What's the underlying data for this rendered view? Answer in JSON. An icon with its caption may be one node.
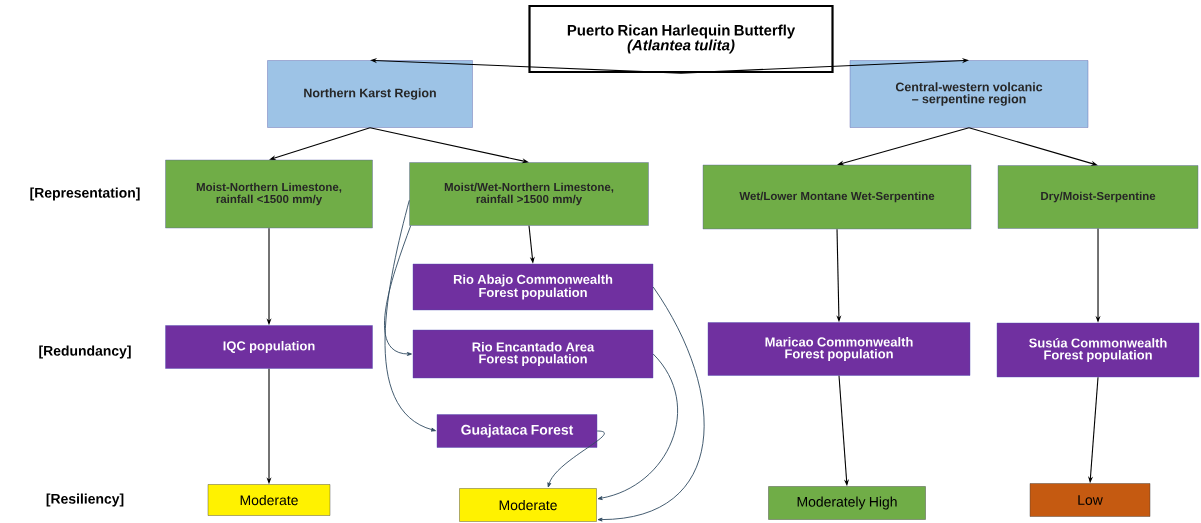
{
  "diagram": {
    "nodes": [
      {
        "text": [
          "Puerto Rican Harlequin Butterfly",
          "(Atlantea tulita)"
        ]
      },
      {
        "text": [
          "Northern Karst Region"
        ]
      },
      {
        "text": [
          "Central-western volcanic – serpentine region"
        ]
      },
      {
        "text": [
          "Moist-Northern Limestone, rainfall <1500 mm/y"
        ]
      },
      {
        "text": [
          "Moist/Wet-Northern Limestone, rainfall >1500 mm/y"
        ]
      },
      {
        "text": [
          "Wet/Lower Montane Wet-Serpentine"
        ]
      },
      {
        "text": [
          "Dry/Moist-Serpentine"
        ]
      },
      {
        "text": [
          "IQC population"
        ]
      },
      {
        "text": [
          "Rio Abajo Commonwealth Forest population"
        ]
      },
      {
        "text": [
          "Rio Encantado Area Forest population"
        ]
      },
      {
        "text": [
          "Guajataca Forest"
        ]
      },
      {
        "text": [
          "Maricao Commonwealth Forest population"
        ]
      },
      {
        "text": [
          "Susúa Commonwealth Forest population"
        ]
      },
      {
        "text": [
          "Moderate"
        ]
      },
      {
        "text": [
          "Moderate"
        ]
      },
      {
        "text": [
          "Moderately High"
        ]
      },
      {
        "text": [
          "Low"
        ]
      }
    ],
    "edges": [
      {
        "from": 0,
        "to": 1,
        "arrow": "to"
      },
      {
        "from": 0,
        "to": 2,
        "arrow": "to"
      },
      {
        "from": 1,
        "to": 3,
        "arrow": "to"
      },
      {
        "from": 1,
        "to": 4,
        "arrow": "to"
      },
      {
        "from": 2,
        "to": 5,
        "arrow": "to"
      },
      {
        "from": 2,
        "to": 6,
        "arrow": "to"
      },
      {
        "from": 3,
        "to": 7,
        "arrow": "to"
      },
      {
        "from": 4,
        "to": 8,
        "arrow": "to"
      },
      {
        "from": 4,
        "to": 9,
        "arrow": "to",
        "color": "#2f4a60"
      },
      {
        "from": 4,
        "to": 10,
        "arrow": "to",
        "color": "#2f4a60"
      },
      {
        "from": 5,
        "to": 11,
        "arrow": "to"
      },
      {
        "from": 6,
        "to": 12,
        "arrow": "to"
      },
      {
        "from": 7,
        "to": 13,
        "arrow": "to"
      },
      {
        "from": 8,
        "to": 14,
        "arrow": "to",
        "color": "#2f4a60"
      },
      {
        "from": 9,
        "to": 14,
        "arrow": "to",
        "color": "#2f4a60"
      },
      {
        "from": 10,
        "to": 14,
        "arrow": "to",
        "color": "#2f4a60"
      },
      {
        "from": 11,
        "to": 15,
        "arrow": "to"
      },
      {
        "from": 12,
        "to": 16,
        "arrow": "to"
      }
    ],
    "labels": [
      "[Representation]",
      "[Redundancy]",
      "[Resiliency]"
    ]
  }
}
